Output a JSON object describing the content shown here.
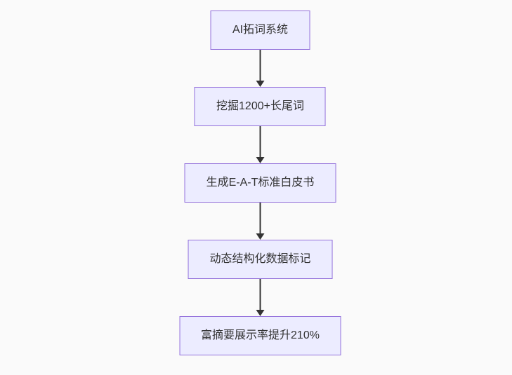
{
  "diagram": {
    "type": "flowchart",
    "direction": "top-down",
    "nodes": [
      {
        "label": "AI拓词系统"
      },
      {
        "label": "挖掘1200+长尾词"
      },
      {
        "label": "生成E-A-T标准白皮书"
      },
      {
        "label": "动态结构化数据标记"
      },
      {
        "label": "富摘要展示率提升210%"
      }
    ],
    "edges": [
      {
        "from": "AI拓词系统",
        "to": "挖掘1200+长尾词"
      },
      {
        "from": "挖掘1200+长尾词",
        "to": "生成E-A-T标准白皮书"
      },
      {
        "from": "生成E-A-T标准白皮书",
        "to": "动态结构化数据标记"
      },
      {
        "from": "动态结构化数据标记",
        "to": "富摘要展示率提升210%"
      }
    ],
    "colors": {
      "node_fill": "#ececff",
      "node_border": "#9370db",
      "text": "#333333",
      "arrow": "#333333",
      "background": "#fafafa"
    }
  }
}
